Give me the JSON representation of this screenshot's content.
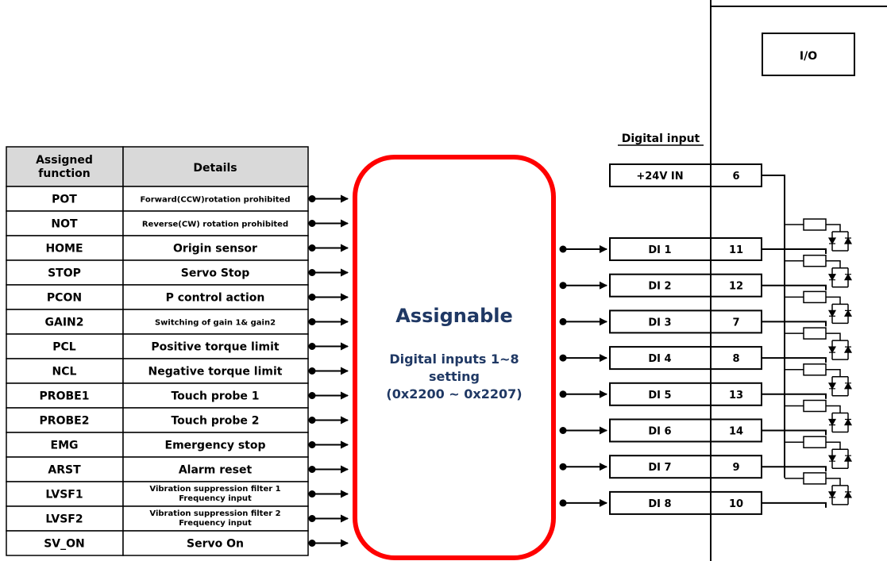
{
  "io_box": {
    "label": "I/O"
  },
  "digital_input": {
    "title": "Digital input",
    "supply_label": "+24V IN",
    "supply_pin": "6"
  },
  "table": {
    "headers": {
      "function": "Assigned function",
      "details": "Details"
    },
    "rows": [
      {
        "func": "POT",
        "details": [
          "Forward(CCW)rotation prohibited"
        ],
        "small": true
      },
      {
        "func": "NOT",
        "details": [
          "Reverse(CW) rotation prohibited"
        ],
        "small": true
      },
      {
        "func": "HOME",
        "details": [
          "Origin sensor"
        ],
        "small": false
      },
      {
        "func": "STOP",
        "details": [
          "Servo Stop"
        ],
        "small": false
      },
      {
        "func": "PCON",
        "details": [
          "P control action"
        ],
        "small": false
      },
      {
        "func": "GAIN2",
        "details": [
          "Switching of gain 1& gain2"
        ],
        "small": true
      },
      {
        "func": "PCL",
        "details": [
          "Positive torque limit"
        ],
        "small": false
      },
      {
        "func": "NCL",
        "details": [
          "Negative torque limit"
        ],
        "small": false
      },
      {
        "func": "PROBE1",
        "details": [
          "Touch probe 1"
        ],
        "small": false
      },
      {
        "func": "PROBE2",
        "details": [
          "Touch probe 2"
        ],
        "small": false
      },
      {
        "func": "EMG",
        "details": [
          "Emergency stop"
        ],
        "small": false
      },
      {
        "func": "ARST",
        "details": [
          "Alarm  reset"
        ],
        "small": false
      },
      {
        "func": "LVSF1",
        "details": [
          "Vibration suppression filter 1",
          "Frequency input"
        ],
        "small": true
      },
      {
        "func": "LVSF2",
        "details": [
          "Vibration suppression filter 2",
          "Frequency input"
        ],
        "small": true
      },
      {
        "func": "SV_ON",
        "details": [
          "Servo On"
        ],
        "small": false
      }
    ]
  },
  "assignable": {
    "title": "Assignable",
    "lines": [
      "Digital inputs 1~8",
      "setting",
      "(0x2200 ~ 0x2207)"
    ],
    "border_color": "#ff0000",
    "text_color": "#1f3864"
  },
  "di_inputs": [
    {
      "label": "DI 1",
      "pin": "11"
    },
    {
      "label": "DI 2",
      "pin": "12"
    },
    {
      "label": "DI 3",
      "pin": "7"
    },
    {
      "label": "DI 4",
      "pin": "8"
    },
    {
      "label": "DI 5",
      "pin": "13"
    },
    {
      "label": "DI 6",
      "pin": "14"
    },
    {
      "label": "DI 7",
      "pin": "9"
    },
    {
      "label": "DI 8",
      "pin": "10"
    }
  ]
}
